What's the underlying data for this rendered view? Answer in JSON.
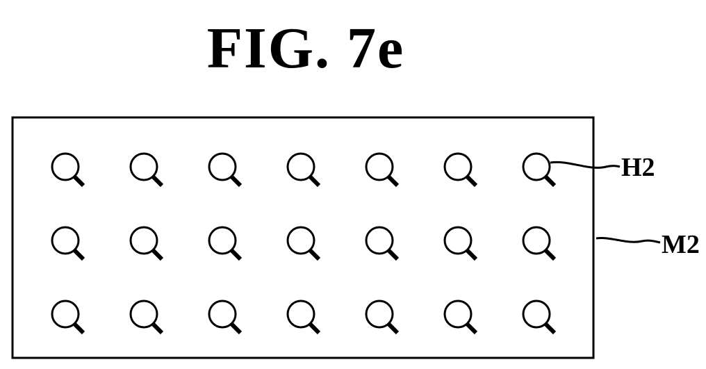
{
  "figure": {
    "title": "FIG. 7e",
    "mask_label": "M2",
    "hole_label": "H2",
    "grid": {
      "rows": 3,
      "columns": 7
    },
    "hole_icon": "magnifier-shaped-hole-icon"
  }
}
